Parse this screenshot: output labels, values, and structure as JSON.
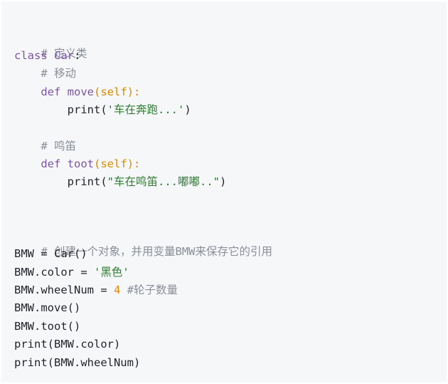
{
  "code": {
    "l1": {
      "comment": "# 定义类"
    },
    "l2": {
      "kw": "class",
      "name": "Car",
      "colon": ":"
    },
    "l3": {
      "comment": "# 移动"
    },
    "l4": {
      "kw": "def",
      "name": "move",
      "open": "(",
      "param": "self",
      "close": "):"
    },
    "l5": {
      "fn": "print(",
      "str": "'车在奔跑...'",
      "end": ")"
    },
    "l7": {
      "comment": "# 鸣笛"
    },
    "l8": {
      "kw": "def",
      "name": "toot",
      "open": "(",
      "param": "self",
      "close": "):"
    },
    "l9": {
      "fn": "print(",
      "str": "\"车在鸣笛...嘟嘟..\"",
      "end": ")"
    },
    "l12": {
      "comment": "# 创建一个对象，并用变量BMW来保存它的引用"
    },
    "l13": {
      "text": "BMW = Car()"
    },
    "l14": {
      "lhs": "BMW.color = ",
      "str": "'黑色'"
    },
    "l15": {
      "lhs": "BMW.wheelNum = ",
      "num": "4",
      "comment": " #轮子数量"
    },
    "l16": {
      "text": "BMW.move()"
    },
    "l17": {
      "text": "BMW.toot()"
    },
    "l18": {
      "text": "print(BMW.color)"
    },
    "l19": {
      "text": "print(BMW.wheelNum)"
    }
  }
}
